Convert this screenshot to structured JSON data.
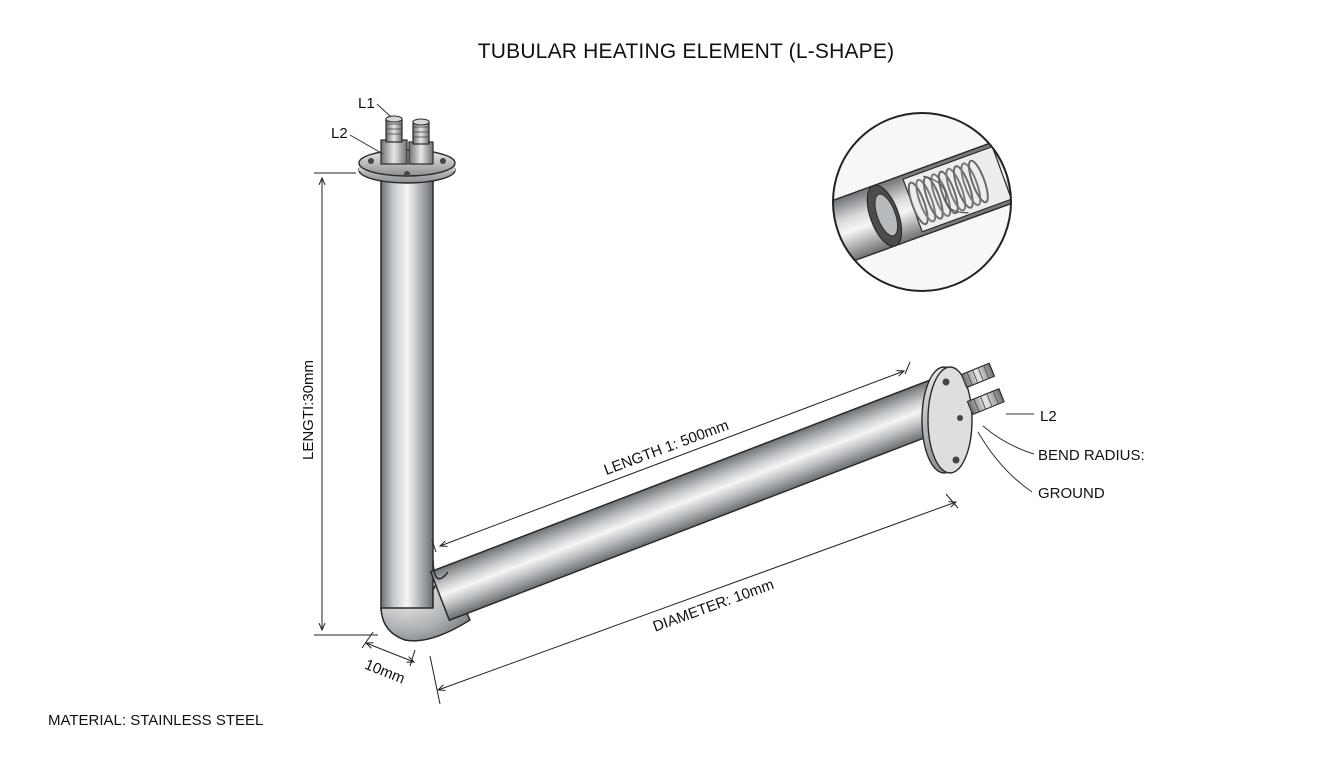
{
  "title": "TUBULAR HEATING ELEMENT (L-SHAPE)",
  "labels": {
    "top_terminal_1": "L1",
    "top_terminal_2": "L2",
    "side_terminal": "L2",
    "bend_radius": "BEND RADIUS:",
    "ground": "GROUND",
    "vertical_length": "LENGTI:30mm",
    "horizontal_length": "LENGTH 1: 500mm",
    "diameter": "DIAMETER: 10mm",
    "tube_width": "10mm",
    "material": "MATERIAL: STAINLESS STEEL"
  },
  "colors": {
    "steel_dark": "#7a7d80",
    "steel_mid": "#b9bcbf",
    "steel_light": "#f2f3f4",
    "outline": "#2a2a2a",
    "coil": "#9a9a9a"
  }
}
